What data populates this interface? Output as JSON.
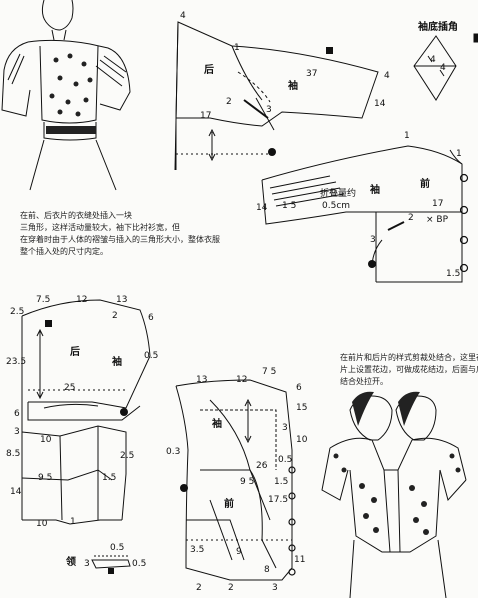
{
  "texts": {
    "top_left_caption": [
      "在前、后衣片的衣缝处插入一块",
      "三角形，这样活动量较大，袖下比衬衫宽，但",
      "在穿着时由于人体的褶皱与插入的三角形大小，整体衣服",
      "整个插入处的尺寸内定。"
    ],
    "bottom_right_caption": [
      "在前片和后片的样式剪裁处结合，这里在前",
      "片上设置花边，可做成花结边，后面与后",
      "结合处拉开。"
    ],
    "gusset_title": "袖底插角",
    "fold_note": "折叠量约",
    "fold_value": "0.5cm"
  },
  "labels_top": {
    "back": "后",
    "sleeve": "袖",
    "sleeve2": "袖",
    "front": "前",
    "n4a": "4",
    "n1a": "1",
    "n37": "37",
    "n4b": "4",
    "n14a": "14",
    "n17a": "17",
    "n2a": "2",
    "n3a": "3",
    "n1b": "1",
    "n14b": "14",
    "n1c": "1",
    "n15": "1 5",
    "n17b": "17",
    "n2b": "2",
    "xbp": "× BP",
    "n3b": "3",
    "n15b": "1.5",
    "g4a": "4",
    "g4b": "4"
  },
  "labels_bl": {
    "n75": "7.5",
    "n12": "12",
    "n13": "13",
    "n25a": "2.5",
    "n2a": "2",
    "n6": "6",
    "n235": "23.5",
    "back": "后",
    "sleeve": "袖",
    "n05": "0.5",
    "n25": "25",
    "n6b": "6",
    "n3": "3",
    "n10a": "10",
    "n85": "8.5",
    "n25b": "2.5",
    "n14": "14",
    "n95": "9 5",
    "n15": "1.5",
    "n10b": "10",
    "n1": "1",
    "lapel": "领",
    "n3c": "3",
    "n05b": "0.5",
    "n05c": "0.5"
  },
  "labels_bm": {
    "n13": "13",
    "n12": "12",
    "n75": "7 5",
    "n6": "6",
    "n03": "0.3",
    "sleeve": "袖",
    "n3": "3",
    "n15": "15",
    "n10": "10",
    "n26": "26",
    "n05": "0.5",
    "front": "前",
    "n175": "17.5",
    "n95": "9 5",
    "n15b": "1.5",
    "n35": "3.5",
    "n2a": "2",
    "n2b": "2",
    "n8": "8",
    "n11": "11",
    "n3b": "3",
    "n9": "9"
  }
}
